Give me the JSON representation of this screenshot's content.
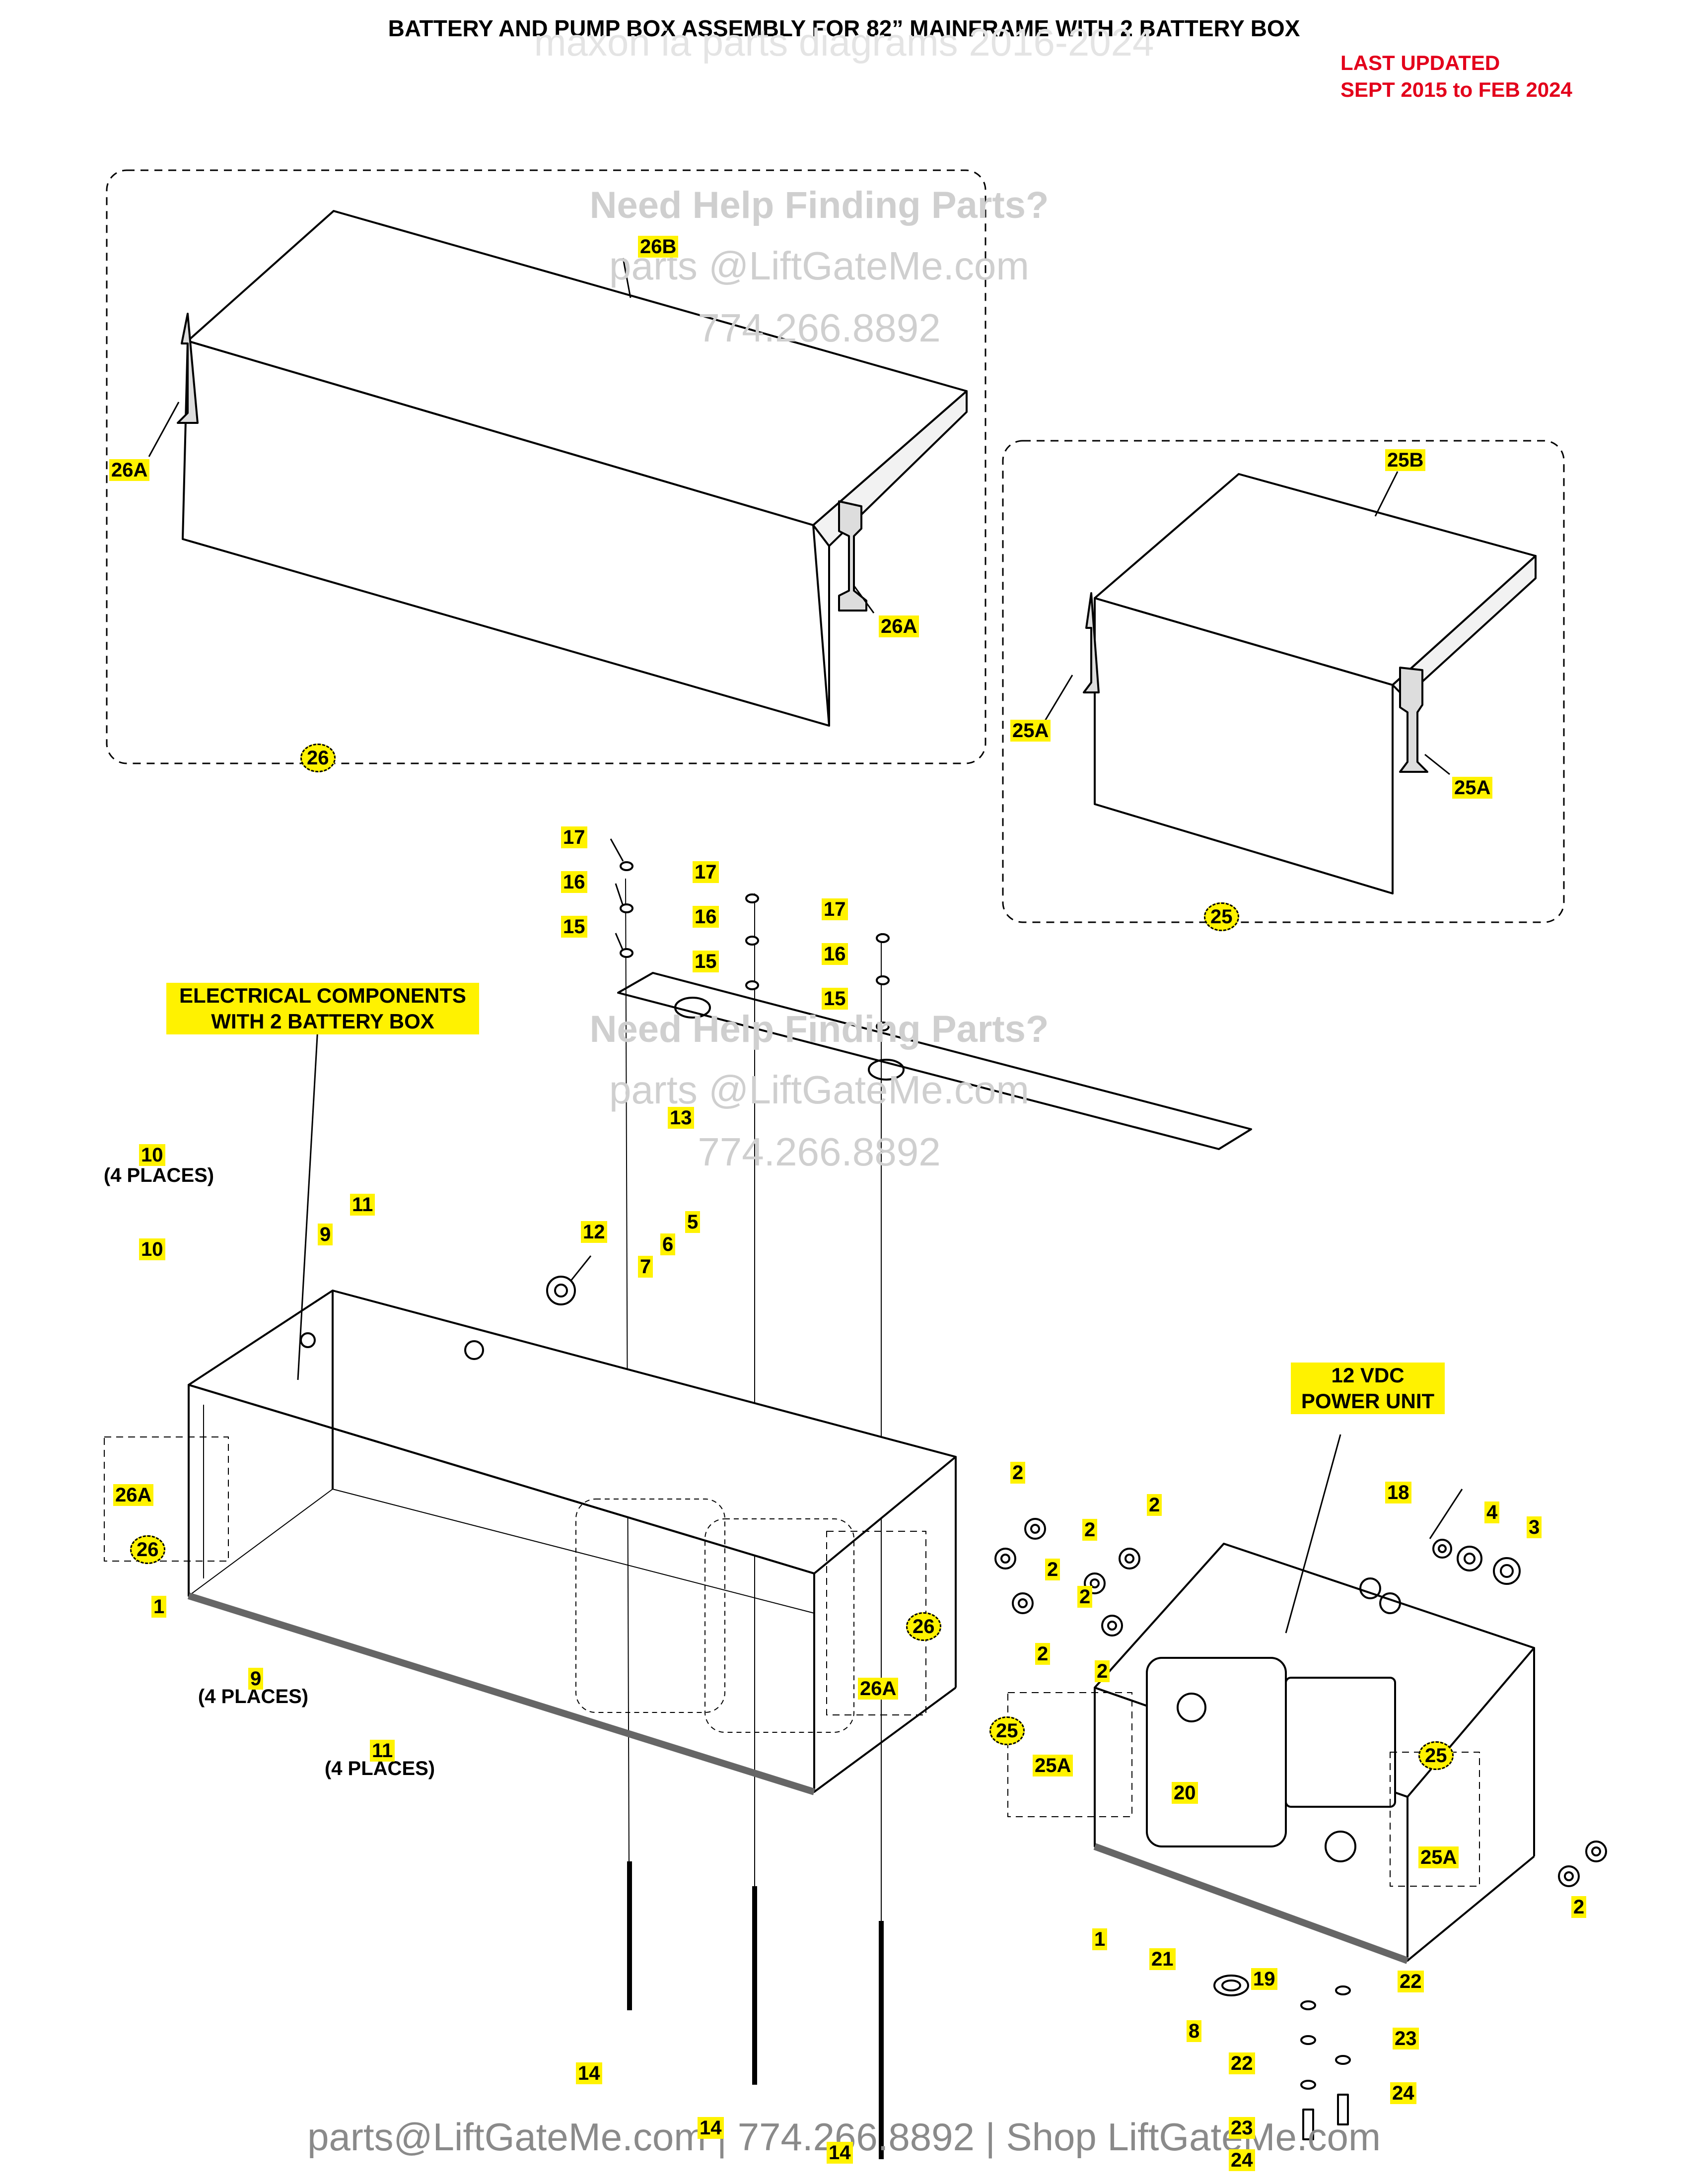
{
  "title": "BATTERY AND PUMP BOX ASSEMBLY FOR 82” MAINFRAME WITH 2 BATTERY BOX",
  "last_updated": {
    "line1": "LAST UPDATED",
    "line2": "SEPT 2015 to FEB 2024"
  },
  "watermarks": {
    "top_faint": "maxon ia parts diagrams 2016-2024",
    "help1": "Need Help Finding Parts?",
    "email1": "parts @LiftGateMe.com",
    "phone1": "774.266.8892",
    "help2": "Need Help Finding Parts?",
    "email2": "parts @LiftGateMe.com",
    "phone2": "774.266.8892"
  },
  "footer": "parts@LiftGateMe.com | 774.266.8892 | Shop LiftGateMe.com",
  "callouts": {
    "electrical": {
      "line1": "ELECTRICAL COMPONENTS",
      "line2": "WITH 2 BATTERY BOX"
    },
    "power_unit": {
      "line1": "12 VDC",
      "line2": "POWER UNIT"
    }
  },
  "notes": {
    "four_places": "(4 PLACES)"
  },
  "labels": {
    "p26B": "26B",
    "p26A_1": "26A",
    "p26A_2": "26A",
    "p26": "26",
    "p25B": "25B",
    "p25A_1": "25A",
    "p25A_2": "25A",
    "p25": "25",
    "p17a": "17",
    "p16a": "16",
    "p15a": "15",
    "p17b": "17",
    "p16b": "16",
    "p15b": "15",
    "p17c": "17",
    "p16c": "16",
    "p15c": "15",
    "p13": "13",
    "p10a": "10",
    "p10b": "10",
    "p11a": "11",
    "p9a": "9",
    "p12": "12",
    "p7": "7",
    "p6": "6",
    "p5": "5",
    "p26A_3": "26A",
    "p26_2": "26",
    "p1a": "1",
    "p9b": "9",
    "p11b": "11",
    "p26_3": "26",
    "p26A_4": "26A",
    "p2a": "2",
    "p2b": "2",
    "p2c": "2",
    "p2d": "2",
    "p2e": "2",
    "p2f": "2",
    "p2g": "2",
    "p2h": "2",
    "p18": "18",
    "p4": "4",
    "p3": "3",
    "p25_2": "25",
    "p25A_3": "25A",
    "p25_3": "25",
    "p25A_4": "25A",
    "p20": "20",
    "p1b": "1",
    "p21": "21",
    "p19": "19",
    "p8": "8",
    "p22a": "22",
    "p22b": "22",
    "p23a": "23",
    "p23b": "23",
    "p24a": "24",
    "p24b": "24",
    "p14a": "14",
    "p14b": "14",
    "p14c": "14"
  }
}
